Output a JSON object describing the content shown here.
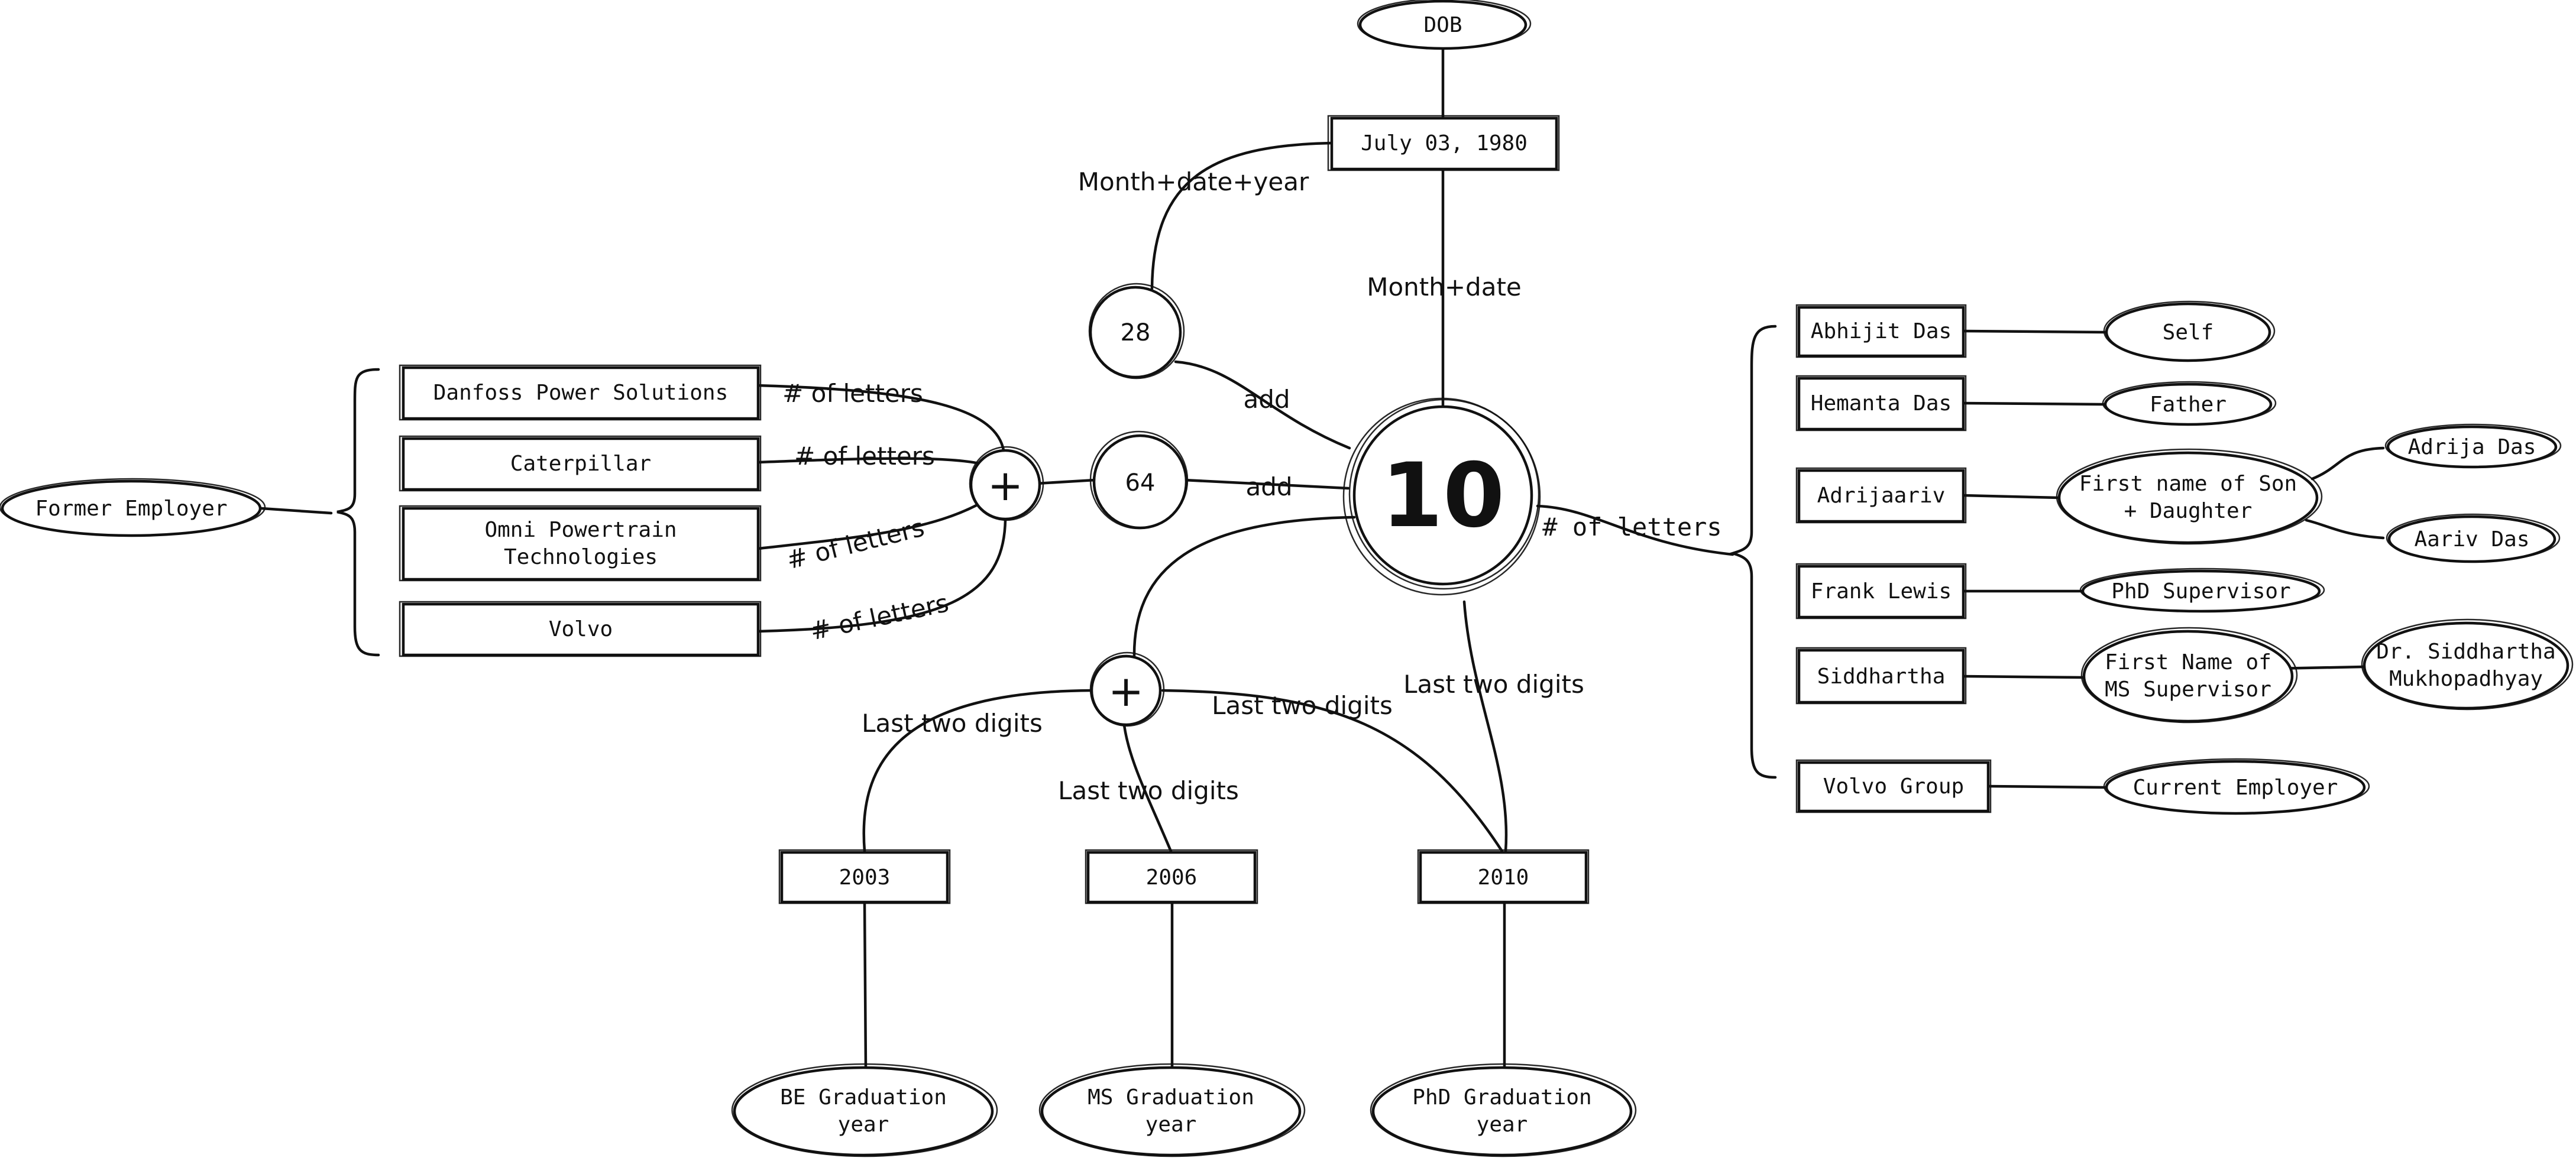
{
  "diagram": {
    "center": {
      "value": "10"
    },
    "dob": {
      "label": "DOB",
      "date": "July 03, 1980",
      "sum_edge": "Month+date+year",
      "sum_value": "28",
      "month_date_edge": "Month+date",
      "add_edge_1": "add"
    },
    "employers": {
      "label": "Former Employer",
      "items": [
        "Danfoss Power Solutions",
        "Caterpillar",
        "Omni Powertrain Technologies",
        "Volvo"
      ],
      "edge_label": "# of letters",
      "plus": "+",
      "sum_value": "64",
      "add_edge_2": "add"
    },
    "names": {
      "edge_label": "# of letters",
      "items": [
        {
          "name": "Abhijit Das",
          "relation": "Self"
        },
        {
          "name": "Hemanta Das",
          "relation": "Father"
        },
        {
          "name": "Adrijaariv",
          "relation": "First name of Son + Daughter",
          "children": [
            "Adrija Das",
            "Aariv Das"
          ]
        },
        {
          "name": "Frank Lewis",
          "relation": "PhD Supervisor"
        },
        {
          "name": "Siddhartha",
          "relation": "First Name of MS Supervisor",
          "children": [
            "Dr. Siddhartha Mukhopadhyay"
          ]
        },
        {
          "name": "Volvo Group",
          "relation": "Current Employer"
        }
      ]
    },
    "graduation": {
      "plus": "+",
      "edge_label": "Last two digits",
      "years": [
        {
          "year": "2003",
          "label": "BE Graduation year"
        },
        {
          "year": "2006",
          "label": "MS Graduation year"
        },
        {
          "year": "2010",
          "label": "PhD Graduation year"
        }
      ]
    }
  }
}
